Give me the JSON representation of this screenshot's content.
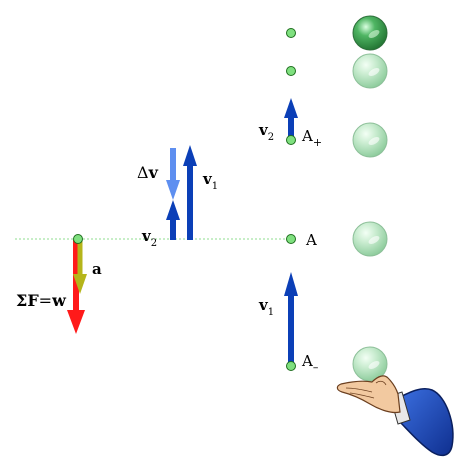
{
  "labels": {
    "delta_v": "Δ",
    "delta_v_bold": "v",
    "v_letter": "v",
    "v1_sub": "1",
    "v2_sub": "2",
    "a": "a",
    "sum_f_prefix": "Σ",
    "sum_f_f": "F",
    "sum_f_eq": "=",
    "sum_f_w": "w",
    "point_a": "A",
    "point_a_plus_sub": "+",
    "point_a_minus_sub": "–"
  },
  "colors": {
    "velocity_arrow": "#0b3fb7",
    "delta_v_arrow": "#5e8ff0",
    "force_arrow": "#ff1a1a",
    "acceleration_arrow": "#b5b51a",
    "point_fill": "#7fe07f",
    "point_stroke": "#1e6e1e",
    "ball_light": "#b9e4c0",
    "ball_dark": "#3a9a4e",
    "ground_line": "#7fd67f",
    "sleeve": "#1f4fbf",
    "hand": "#f2c9a0"
  }
}
